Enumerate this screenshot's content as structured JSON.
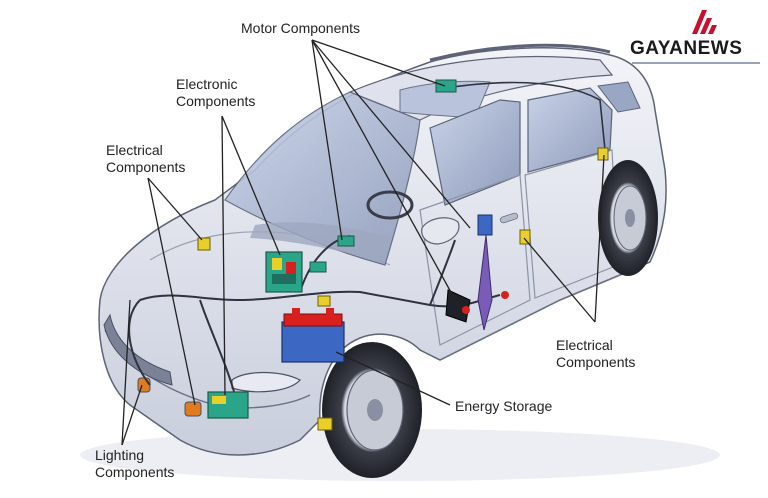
{
  "brand": {
    "name": "GAYANEWS",
    "accent": "#c8102e",
    "icon": "logo-stripes-icon"
  },
  "labels": {
    "motor": "Motor Components",
    "electronic": [
      "Electronic",
      "Components"
    ],
    "electrical_left": [
      "Electrical",
      "Components"
    ],
    "electrical_right": [
      "Electrical",
      "Components"
    ],
    "energy": "Energy Storage",
    "lighting": [
      "Lighting",
      "Components"
    ]
  },
  "colors": {
    "car_body": "#e4e7f0",
    "car_shade": "#c5cad8",
    "glass": "#aebbd6",
    "outline": "#5d6478",
    "leader": "#222222",
    "battery_red": "#d8201f",
    "battery_blue": "#3c68c4",
    "wire": "#2f3340",
    "module_teal": "#2aa58a",
    "component_yellow": "#e8cf2a",
    "component_purple": "#7a5bb8",
    "component_orange": "#e07b1f"
  }
}
